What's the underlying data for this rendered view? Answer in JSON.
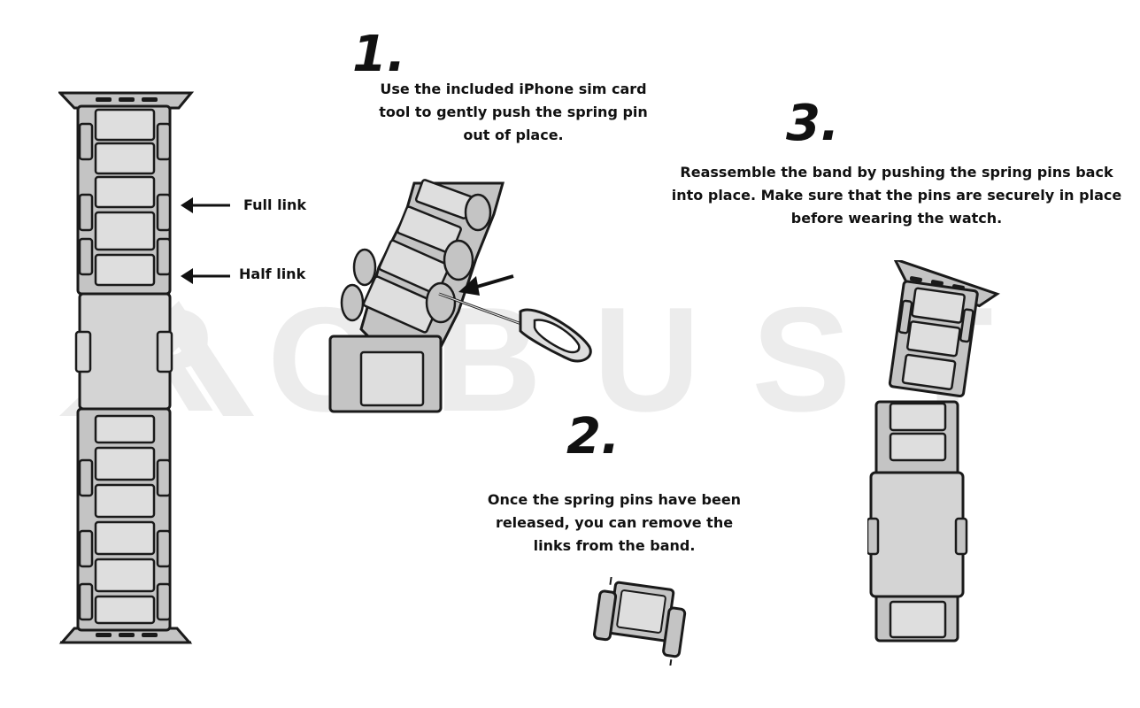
{
  "watermark": {
    "text": "ROBUST"
  },
  "callouts": {
    "full_link": "Full link",
    "half_link": "Half link"
  },
  "steps": [
    {
      "number": "1.",
      "text_lines": [
        "Use the included iPhone sim card",
        "tool to gently push the spring pin",
        "out of place."
      ]
    },
    {
      "number": "2.",
      "text_lines": [
        "Once the spring pins have been",
        "released, you can remove the",
        "links from the band."
      ]
    },
    {
      "number": "3.",
      "text_lines": [
        "Reassemble the band by pushing the spring pins back",
        "into place. Make sure that the pins are securely in place",
        "before wearing the watch."
      ]
    }
  ],
  "colors": {
    "metal": "#c4c4c4",
    "metal_light": "#dedede",
    "outline": "#1a1a1a",
    "watermark": "#ececec"
  }
}
